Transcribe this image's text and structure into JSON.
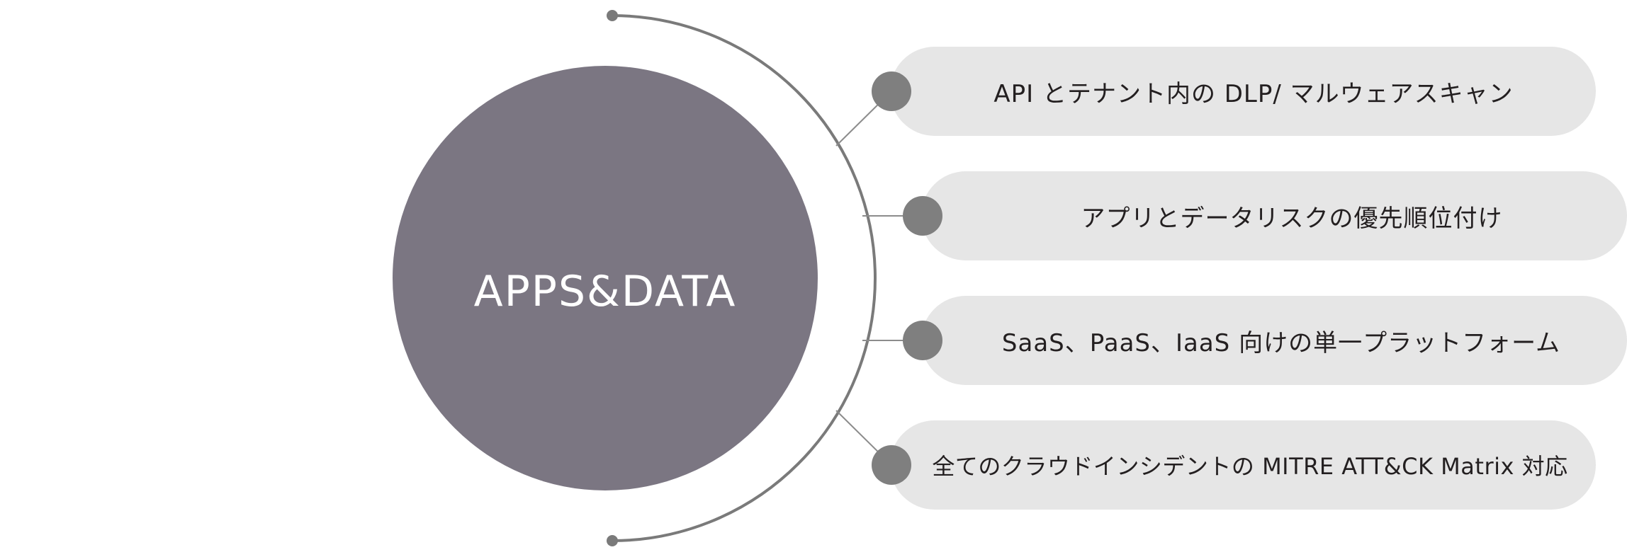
{
  "center": {
    "label": "APPS&DATA",
    "color": "#7b7682"
  },
  "features": [
    {
      "label": "API とテナント内の DLP/ マルウェアスキャン"
    },
    {
      "label": "アプリとデータリスクの優先順位付け"
    },
    {
      "label": "SaaS、PaaS、IaaS 向けの単一プラットフォーム"
    },
    {
      "label": "全てのクラウドインシデントの MITRE ATT&CK Matrix 対応"
    }
  ],
  "colors": {
    "pill_bg": "#e6e6e6",
    "node": "#7f7f7f",
    "arc": "#7a7a7a",
    "connector": "#8c8c8c"
  }
}
